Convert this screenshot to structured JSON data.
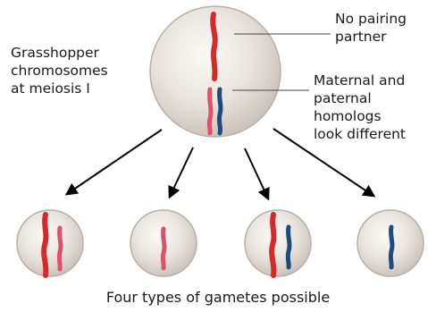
{
  "labels": {
    "left": "Grasshopper\nchromosomes\nat meiosis I",
    "no_pairing": "No pairing\npartner",
    "homologs": "Maternal and\npaternal\nhomologs\nlook different",
    "caption": "Four types of gametes possible"
  },
  "colors": {
    "maternal_red": "#d62a2a",
    "paternal_blue": "#1f4a7a",
    "pink": "#e0506a",
    "cell_fill": "#e9e4de",
    "cell_edge": "#b8b0a8",
    "arrow": "#000000"
  }
}
